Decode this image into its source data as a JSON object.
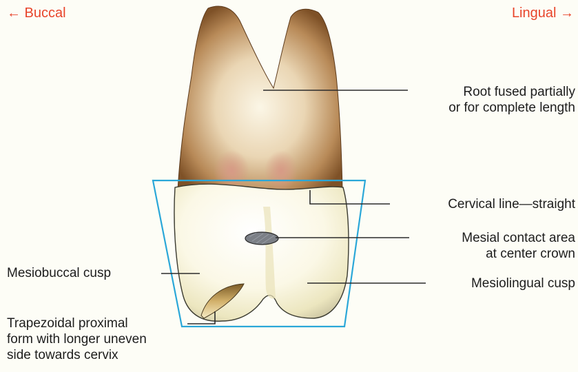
{
  "colors": {
    "direction_text": "#e8442a",
    "outline_box": "#2aa7d8",
    "leader_line": "#2b2b2b",
    "root": "#8a5a2c",
    "crown": "#f7f3dc",
    "contact_area": "#7b7f86"
  },
  "directions": {
    "buccal": "← Buccal",
    "lingual": "Lingual →"
  },
  "labels": {
    "root": "Root fused partially\nor for complete length",
    "cervical": "Cervical line—straight",
    "contact": "Mesial contact area\nat center crown",
    "mesiolingual": "Mesiolingual cusp",
    "mesiobuccal": "Mesiobuccal cusp",
    "trapezoid": "Trapezoidal proximal\nform with longer uneven\nside towards cervix"
  }
}
